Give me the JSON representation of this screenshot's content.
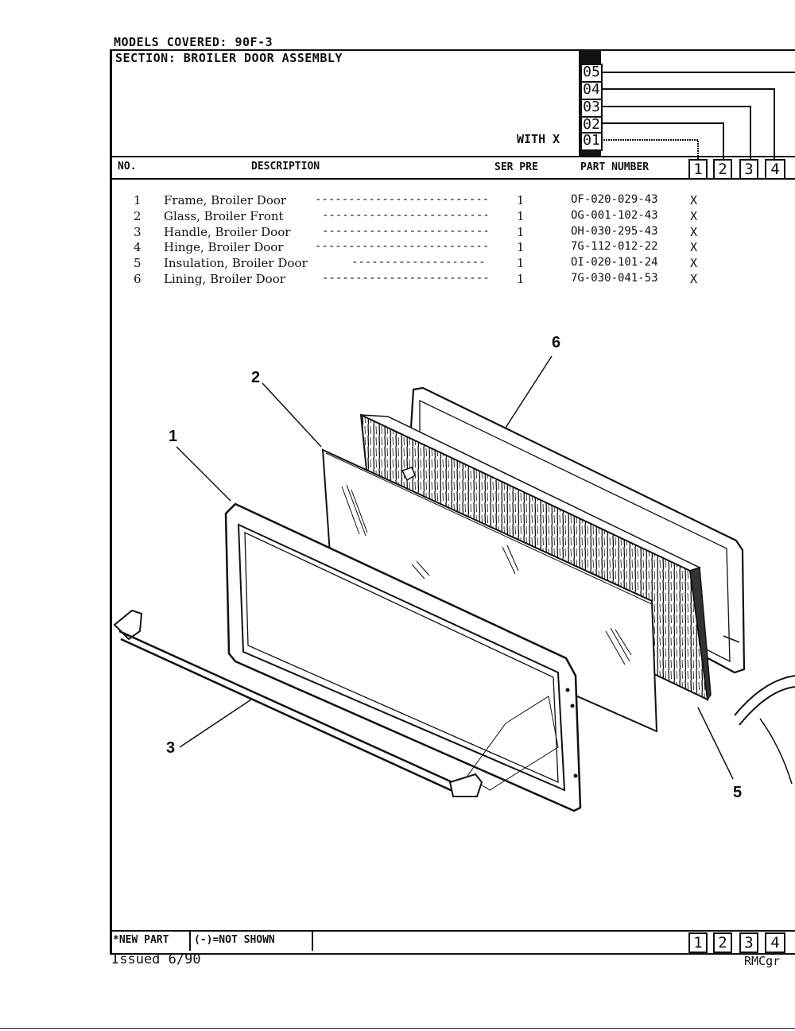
{
  "header": {
    "models_covered": "MODELS COVERED: 90F-3",
    "section": "SECTION: BROILER DOOR ASSEMBLY",
    "with_x": "WITH X",
    "version_codes": [
      "05",
      "04",
      "03",
      "02",
      "01"
    ]
  },
  "columns": {
    "no": "NO.",
    "description": "DESCRIPTION",
    "ser_pre": "SER PRE",
    "part_number": "PART NUMBER",
    "model_columns": [
      "1",
      "2",
      "3",
      "4"
    ]
  },
  "parts": [
    {
      "no": "1",
      "description": "Frame, Broiler Door",
      "dashes": "--------------------------",
      "ser_pre": "1",
      "part_number": "OF-020-029-43",
      "mark": "X"
    },
    {
      "no": "2",
      "description": "Glass, Broiler Front",
      "dashes": "-------------------------",
      "ser_pre": "1",
      "part_number": "OG-001-102-43",
      "mark": "X"
    },
    {
      "no": "3",
      "description": "Handle, Broiler Door",
      "dashes": "-------------------------",
      "ser_pre": "1",
      "part_number": "OH-030-295-43",
      "mark": "X"
    },
    {
      "no": "4",
      "description": "Hinge, Broiler Door",
      "dashes": "--------------------------",
      "ser_pre": "1",
      "part_number": "7G-112-012-22",
      "mark": "X"
    },
    {
      "no": "5",
      "description": "Insulation, Broiler Door",
      "dashes": "--------------------",
      "ser_pre": "1",
      "part_number": "OI-020-101-24",
      "mark": "X"
    },
    {
      "no": "6",
      "description": "Lining, Broiler Door",
      "dashes": "-------------------------",
      "ser_pre": "1",
      "part_number": "7G-030-041-53",
      "mark": "X"
    }
  ],
  "callouts": [
    "1",
    "2",
    "3",
    "5",
    "6"
  ],
  "footer": {
    "new_part": "*NEW PART",
    "not_shown": "(-)=NOT SHOWN",
    "model_columns": [
      "1",
      "2",
      "3",
      "4"
    ],
    "issued": "Issued  6/90",
    "code": "RMCgr"
  }
}
